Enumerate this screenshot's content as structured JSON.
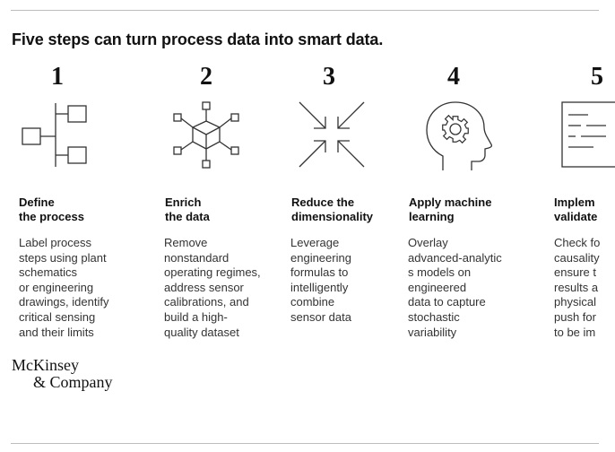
{
  "title": "Five steps can turn process data into smart data.",
  "steps": [
    {
      "number": "1",
      "icon": "process-tree-icon",
      "heading": [
        "Define",
        "the process"
      ],
      "description": [
        "Label process",
        "steps using plant",
        "schematics",
        "or engineering",
        "drawings, identify",
        "critical sensing",
        "and their limits"
      ]
    },
    {
      "number": "2",
      "icon": "network-cube-icon",
      "heading": [
        "Enrich",
        "the data"
      ],
      "description": [
        "Remove",
        "nonstandard",
        "operating regimes,",
        "address sensor",
        "calibrations, and",
        "build a high-",
        "quality dataset"
      ]
    },
    {
      "number": "3",
      "icon": "converging-arrows-icon",
      "heading": [
        "Reduce the",
        "dimensionality"
      ],
      "description": [
        "Leverage",
        "engineering",
        "formulas to",
        "intelligently",
        "combine",
        "sensor data"
      ]
    },
    {
      "number": "4",
      "icon": "head-gear-icon",
      "heading": [
        "Apply machine",
        "learning"
      ],
      "description": [
        "Overlay",
        "advanced-analytic",
        "s models on",
        "engineered",
        "data to capture",
        "stochastic",
        "variability"
      ]
    },
    {
      "number": "5",
      "icon": "document-icon",
      "heading": [
        "Implem",
        "validate"
      ],
      "description": [
        "Check fo",
        "causality",
        "ensure t",
        "results a",
        "physical",
        "push for",
        "to be im"
      ]
    }
  ],
  "logo": [
    "McKinsey",
    "& Company"
  ],
  "colors": {
    "text": "#1a1a1a",
    "rule": "#bdbdbd",
    "icon_stroke": "#333333"
  }
}
